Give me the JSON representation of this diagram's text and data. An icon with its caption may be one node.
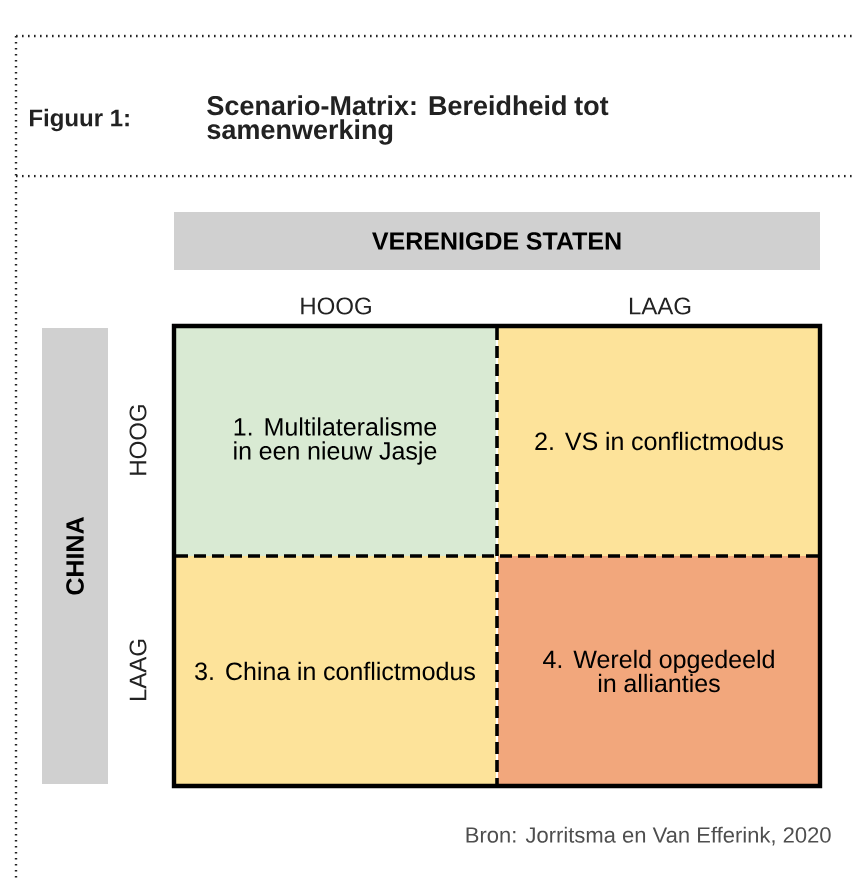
{
  "diagram": {
    "title": "Scenario-Matrix: Bereidheid tot samenwerking",
    "nodes": [
      {
        "text": [
          "VERENIGDE STATEN"
        ]
      },
      {
        "text": [
          "CHINA"
        ]
      },
      {
        "text": [
          "1. Multilateralisme in een nieuw Jasje"
        ]
      },
      {
        "text": [
          "2. VS in conflictmodus"
        ]
      },
      {
        "text": [
          "3. China in conflictmodus"
        ]
      },
      {
        "text": [
          "4. Wereld opgedeeld in allianties"
        ]
      }
    ],
    "labels": [
      "Figuur 1:",
      "HOOG",
      "LAAG",
      "HOOG",
      "LAAG"
    ],
    "caption": "Bron: Jorritsma en Van Efferink, 2020"
  }
}
